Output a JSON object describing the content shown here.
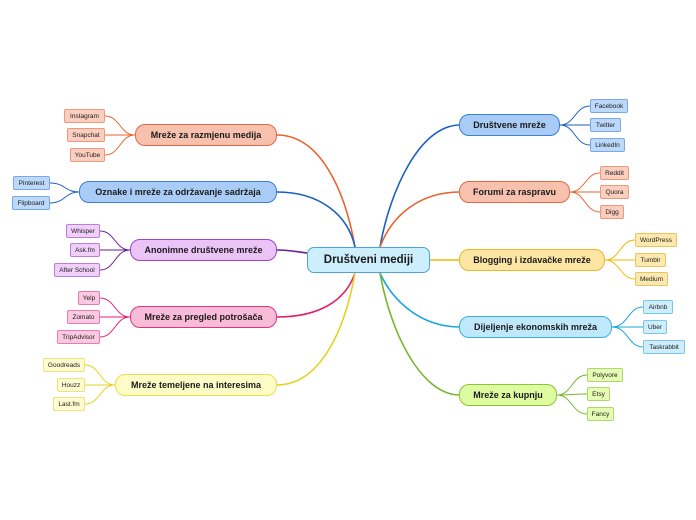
{
  "central": "Društveni mediji",
  "branches": {
    "drustvene": {
      "label": "Društvene mreže",
      "color": "#1a5fc4",
      "children": [
        "Facebook",
        "Twitter",
        "LinkedIn"
      ]
    },
    "forumi": {
      "label": "Forumi za raspravu",
      "color": "#e8622d",
      "children": [
        "Reddit",
        "Quora",
        "Digg"
      ]
    },
    "blogging": {
      "label": "Blogging i izdavačke mreže",
      "color": "#f2b705",
      "children": [
        "WordPress",
        "Tumblr",
        "Medium"
      ]
    },
    "dijeljenje": {
      "label": "Dijeljenje ekonomskih mreža",
      "color": "#18a4dd",
      "children": [
        "Airbnb",
        "Uber",
        "Taskrabbit"
      ]
    },
    "kupnja": {
      "label": "Mreže za kupnju",
      "color": "#76b82a",
      "children": [
        "Polyvore",
        "Etsy",
        "Fancy"
      ]
    },
    "razmjena": {
      "label": "Mreže za razmjenu medija",
      "color": "#e8622d",
      "children": [
        "Instagram",
        "Snapchat",
        "YouTube"
      ]
    },
    "oznake": {
      "label": "Oznake i mreže za održavanje sadržaja",
      "color": "#1a5fc4",
      "children": [
        "Pinterest",
        "Flipboard"
      ]
    },
    "anonimne": {
      "label": "Anonimne društvene mreže",
      "color": "#6a1b8a",
      "children": [
        "Whisper",
        "Ask.fm",
        "After School"
      ]
    },
    "pregled": {
      "label": "Mreže za pregled potrošača",
      "color": "#e0226f",
      "children": [
        "Yelp",
        "Zomato",
        "TripAdvisor"
      ]
    },
    "interesi": {
      "label": "Mreže temeljene na interesima",
      "color": "#e5d21f",
      "children": [
        "Goodreads",
        "Houzz",
        "Last.fm"
      ]
    }
  }
}
